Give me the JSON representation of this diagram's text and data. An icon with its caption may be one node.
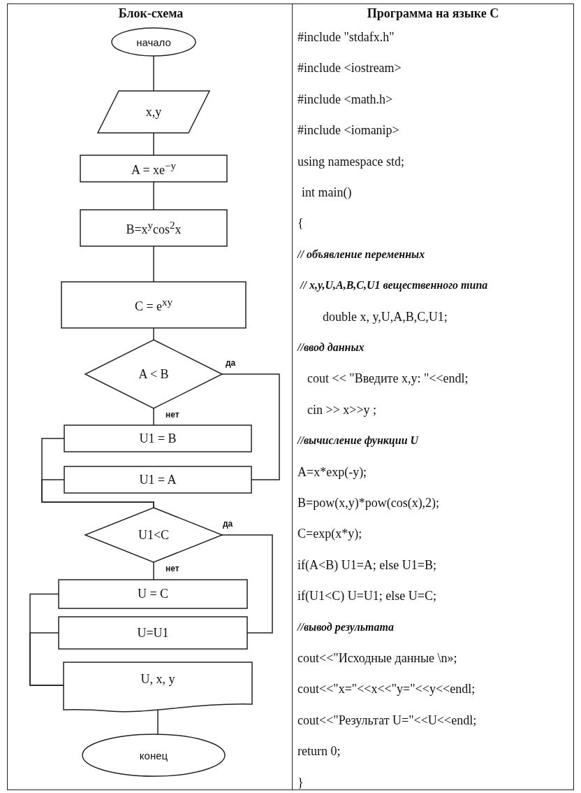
{
  "diagram": {
    "nodes": [
      {
        "text": [
          "начало"
        ]
      },
      {
        "text": [
          "x,y"
        ]
      },
      {
        "text": [
          "A = xe$^{−y}$"
        ]
      },
      {
        "text": [
          "B=x$^{y}$cos$^{2}$x"
        ]
      },
      {
        "text": [
          "C = e$^{xy}$"
        ]
      },
      {
        "text": [
          "A < B"
        ]
      },
      {
        "text": [
          "U1 = B"
        ]
      },
      {
        "text": [
          "U1 = A"
        ]
      },
      {
        "text": [
          "U1<C"
        ]
      },
      {
        "text": [
          "U = C"
        ]
      },
      {
        "text": [
          "U=U1"
        ]
      },
      {
        "text": [
          "U, x, y"
        ]
      },
      {
        "text": [
          "конец"
        ]
      }
    ],
    "edges": [
      {
        "from": 0,
        "to": 1,
        "arrow": "none"
      },
      {
        "from": 1,
        "to": 2,
        "arrow": "none"
      },
      {
        "from": 2,
        "to": 3,
        "arrow": "none"
      },
      {
        "from": 3,
        "to": 4,
        "arrow": "none"
      },
      {
        "from": 4,
        "to": 5,
        "arrow": "none"
      },
      {
        "from": 5,
        "to": 6,
        "arrow": "none",
        "label": "нет"
      },
      {
        "from": 5,
        "to": 7,
        "arrow": "none",
        "label": "да"
      },
      {
        "from": 6,
        "to": 8,
        "arrow": "none"
      },
      {
        "from": 7,
        "to": 8,
        "arrow": "none"
      },
      {
        "from": 8,
        "to": 9,
        "arrow": "none",
        "label": "нет"
      },
      {
        "from": 8,
        "to": 10,
        "arrow": "none",
        "label": "да"
      },
      {
        "from": 9,
        "to": 11,
        "arrow": "none"
      },
      {
        "from": 10,
        "to": 11,
        "arrow": "none"
      },
      {
        "from": 11,
        "to": 12,
        "arrow": "none"
      }
    ],
    "labels": [
      "Блок-схема",
      "Программа на языке C",
      "#include \"stdafx.h\"",
      "#include <iostream>",
      "#include <math.h>",
      "#include <iomanip>",
      "using namespace std;",
      "int main()",
      "{",
      "// объявление переменных",
      "// x,y,U,A,B,C,U1 вещественного типа",
      "double x, y,U,A,B,C,U1;",
      "//ввод данных",
      "cout << \"Введите x,y: \"<<endl;",
      "cin >> x>>y ;",
      "//вычисление функции U",
      "A=x*exp(-y);",
      "B=pow(x,y)*pow(cos(x),2);",
      "C=exp(x*y);",
      "if(A<B) U1=A; else U1=B;",
      "if(U1<C) U=U1; else U=C;",
      "//вывод результата",
      "cout<<\"Исходные данные \\n»;",
      "cout<<\"x=\"<<x<<\"y=\"<<y<<endl;",
      "cout<<\"Результат U=\"<<U<<endl;",
      "return 0;",
      "}"
    ]
  }
}
